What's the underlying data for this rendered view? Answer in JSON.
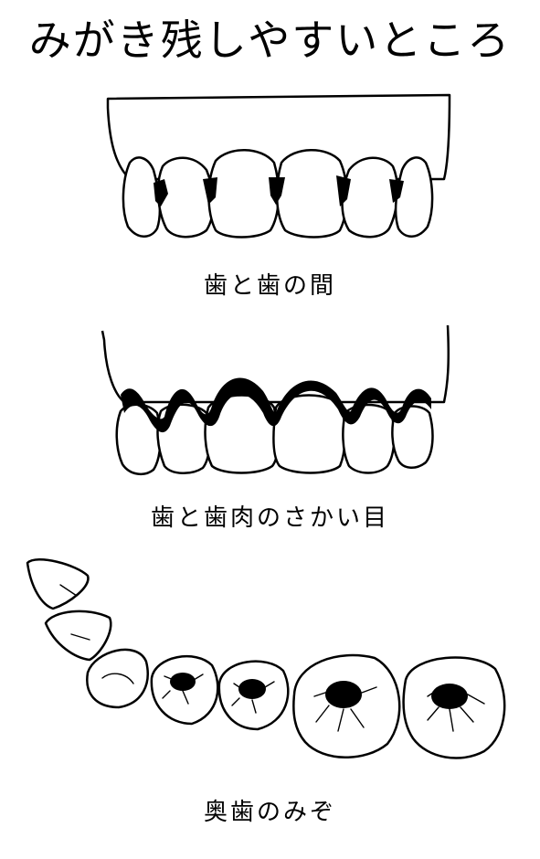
{
  "title": "みがき残しやすいところ",
  "sections": [
    {
      "caption": "歯と歯の間"
    },
    {
      "caption": "歯と歯肉のさかい目"
    },
    {
      "caption": "奥歯のみぞ"
    }
  ],
  "colors": {
    "line": "#000000",
    "background": "#ffffff"
  }
}
